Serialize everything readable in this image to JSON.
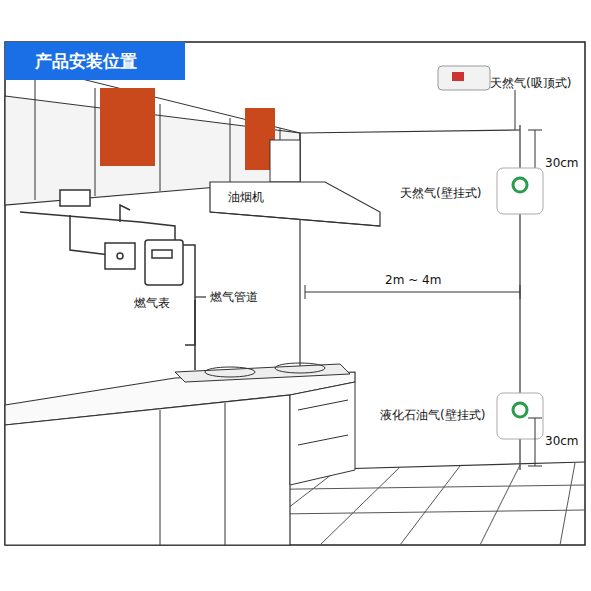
{
  "diagram": {
    "title": "产品安装位置",
    "labels": [
      "天然气(吸顶式)",
      "30cm",
      "天然气(壁挂式)",
      "油烟机",
      "燃气表",
      "燃气管道",
      "2m ~ 4m",
      "液化石油气(壁挂式)",
      "30cm"
    ]
  }
}
